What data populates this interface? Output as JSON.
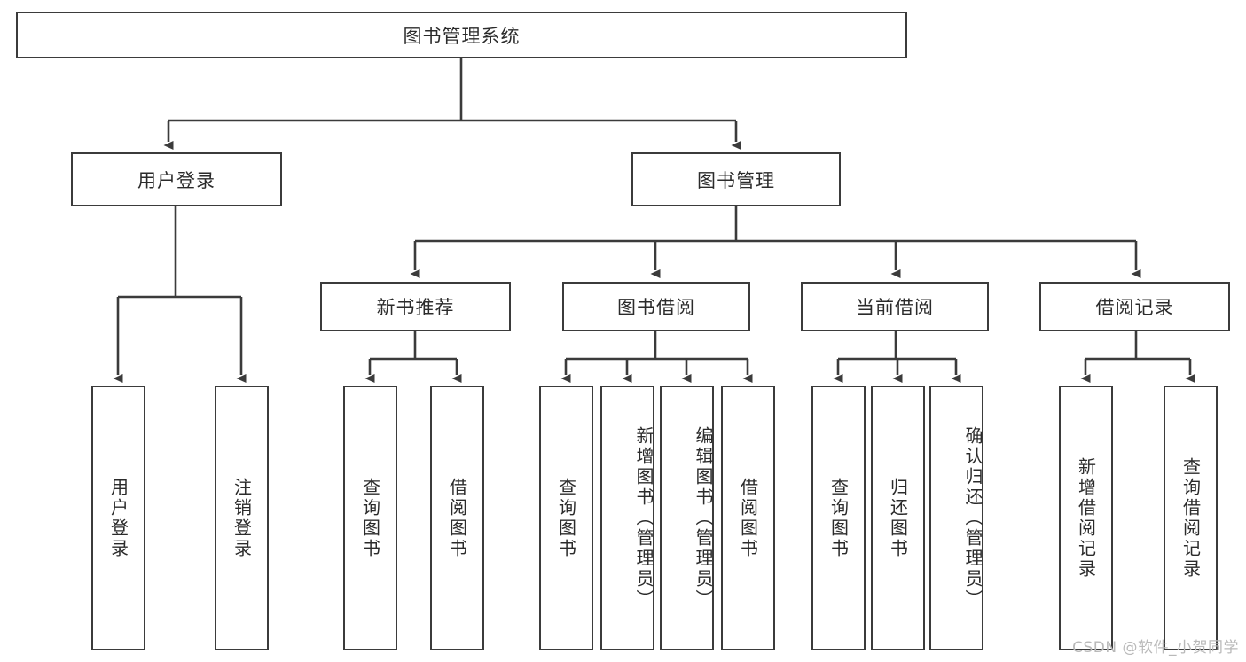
{
  "diagram": {
    "title": "图书管理系统",
    "type": "tree-hierarchy",
    "root": {
      "label": "图书管理系统"
    },
    "level1": [
      {
        "label": "用户登录"
      },
      {
        "label": "图书管理"
      }
    ],
    "level2": [
      {
        "label": "新书推荐"
      },
      {
        "label": "图书借阅"
      },
      {
        "label": "当前借阅"
      },
      {
        "label": "借阅记录"
      }
    ],
    "leaves": {
      "user_login": [
        {
          "label": "用户登录"
        },
        {
          "label": "注销登录"
        }
      ],
      "new_book_recommend": [
        {
          "label": "查询图书"
        },
        {
          "label": "借阅图书"
        }
      ],
      "book_borrow": [
        {
          "label": "查询图书"
        },
        {
          "label": "新增图书（管理员）"
        },
        {
          "label": "编辑图书（管理员）"
        },
        {
          "label": "借阅图书"
        }
      ],
      "current_borrow": [
        {
          "label": "查询图书"
        },
        {
          "label": "归还图书"
        },
        {
          "label": "确认归还（管理员）"
        }
      ],
      "borrow_record": [
        {
          "label": "新增借阅记录"
        },
        {
          "label": "查询借阅记录"
        }
      ]
    }
  },
  "watermark": {
    "text": "CSDN @软件_小贺同学"
  },
  "colors": {
    "stroke": "#3b3b3b",
    "text": "#2b2b2b",
    "background": "#ffffff",
    "watermark": "#b9b9b9"
  }
}
